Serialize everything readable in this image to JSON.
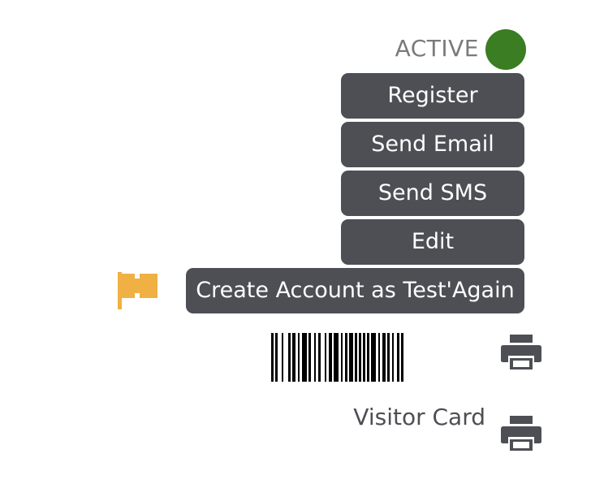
{
  "status": {
    "label": "ACTIVE",
    "color": "#3a7d22"
  },
  "actions": {
    "register_label": "Register",
    "send_email_label": "Send Email",
    "send_sms_label": "Send SMS",
    "edit_label": "Edit",
    "create_account_label": "Create Account as Test'Again"
  },
  "flag": {
    "icon": "flag-icon",
    "color": "#f0b043"
  },
  "barcode": {
    "icon": "barcode-icon",
    "print_icon": "printer-icon"
  },
  "visitor_card": {
    "label": "Visitor Card",
    "print_icon": "printer-icon"
  },
  "colors": {
    "button_bg": "#4d4f55",
    "button_text": "#ffffff",
    "status_text": "#7a7a7a"
  }
}
